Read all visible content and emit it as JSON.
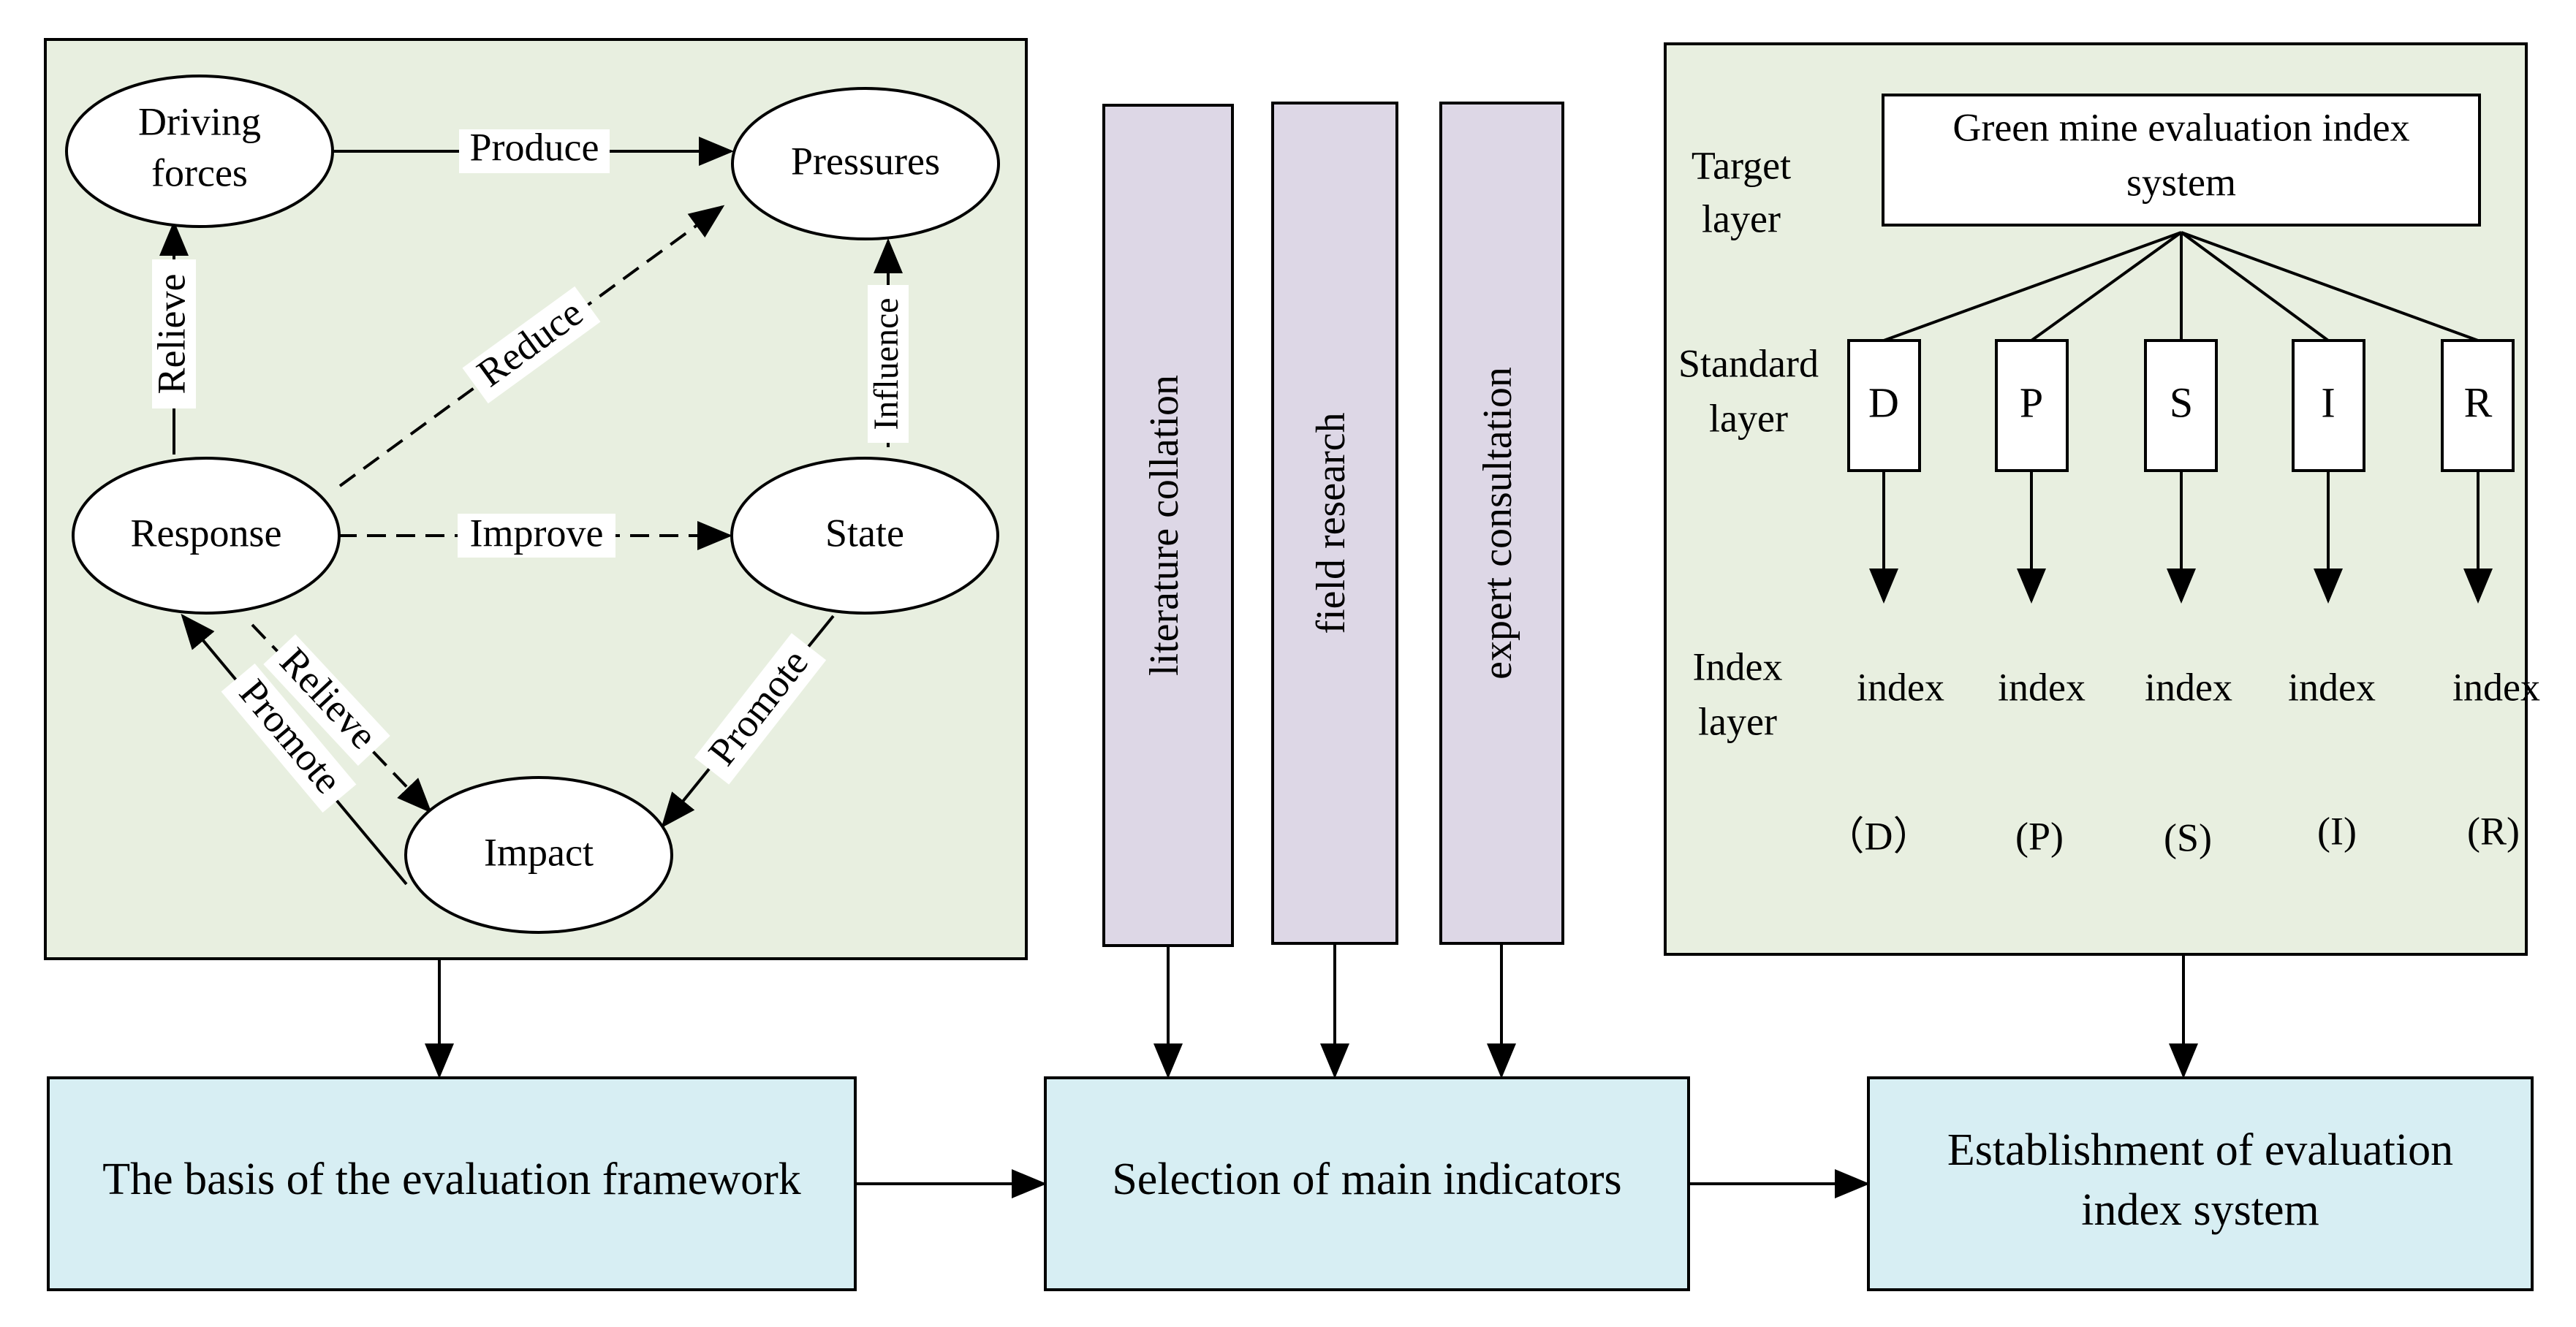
{
  "dpsir": {
    "nodes": {
      "driving_forces": [
        "Driving",
        "forces"
      ],
      "pressures": "Pressures",
      "response": "Response",
      "state": "State",
      "impact": "Impact"
    },
    "edges": {
      "produce": "Produce",
      "reduce": "Reduce",
      "relieve_left": "Relieve",
      "influence": "Influence",
      "improve": "Improve",
      "relieve_diag": "Relieve",
      "promote_left": "Promote",
      "promote_right": "Promote"
    }
  },
  "methods": [
    "literature collation",
    "field research",
    "expert consultation"
  ],
  "index_system": {
    "target_label": [
      "Target",
      "layer"
    ],
    "standard_label": [
      "Standard",
      "layer"
    ],
    "index_label": [
      "Index",
      "layer"
    ],
    "target_box": [
      "Green mine evaluation index",
      "system"
    ],
    "standard_items": [
      "D",
      "P",
      "S",
      "I",
      "R"
    ],
    "index_words": [
      "index",
      "index",
      "index",
      "index",
      "index"
    ],
    "index_codes": [
      "（D）",
      "(P)",
      "(S)",
      "(I)",
      "(R)"
    ]
  },
  "bottom": {
    "basis": "The basis of the evaluation framework",
    "selection": "Selection of main indicators",
    "establishment": [
      "Establishment of evaluation",
      "index system"
    ]
  },
  "colors": {
    "panel_fill": "#e8efe0",
    "method_fill": "#ddd7e6",
    "bottom_fill": "#d7eef3"
  }
}
